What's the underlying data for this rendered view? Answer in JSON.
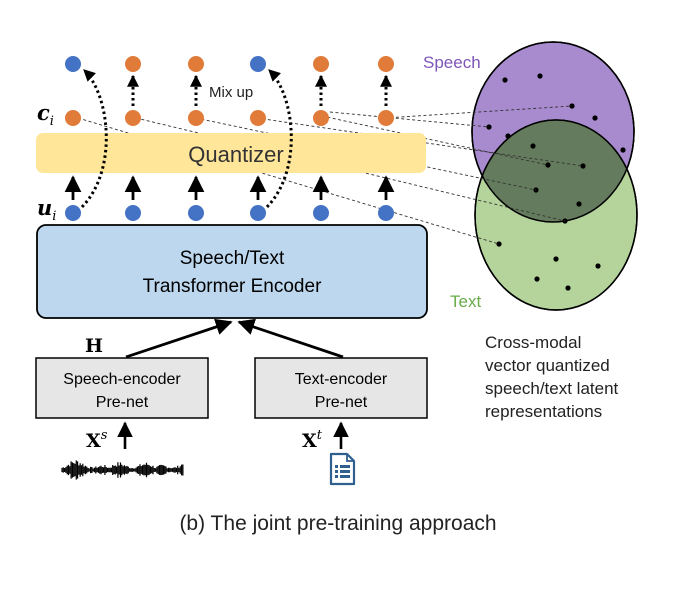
{
  "caption": "(b) The joint pre-training approach",
  "encoder": {
    "line1": "Speech/Text",
    "line2": "Transformer Encoder"
  },
  "quantizer": {
    "label": "Quantizer"
  },
  "mixup": {
    "label": "Mix up"
  },
  "speech_prenet": {
    "line1": "Speech-encoder",
    "line2": "Pre-net"
  },
  "text_prenet": {
    "line1": "Text-encoder",
    "line2": "Pre-net"
  },
  "symbols": {
    "c_base": "c",
    "c_sub": "i",
    "u_base": "u",
    "u_sub": "i",
    "H": "H",
    "xs_base": "X",
    "xs_sup": "s",
    "xt_base": "X",
    "xt_sup": "t"
  },
  "venn": {
    "speech_label": "Speech",
    "text_label": "Text"
  },
  "description": {
    "line1": "Cross-modal",
    "line2": "vector quantized",
    "line3": "speech/text latent",
    "line4": "representations"
  },
  "icons": {
    "waveform": "audio-waveform-icon",
    "document": "text-document-icon"
  },
  "colors": {
    "blue_node": "#4472c4",
    "orange_node": "#e07b39",
    "encoder_fill": "#bdd7ee",
    "quantizer_fill": "#ffe699",
    "speech_circle": "#a78bce",
    "text_circle": "#b4d49c",
    "overlap": "#647b5d",
    "speech_text": "#7e55b8",
    "text_text": "#6aab4a"
  }
}
